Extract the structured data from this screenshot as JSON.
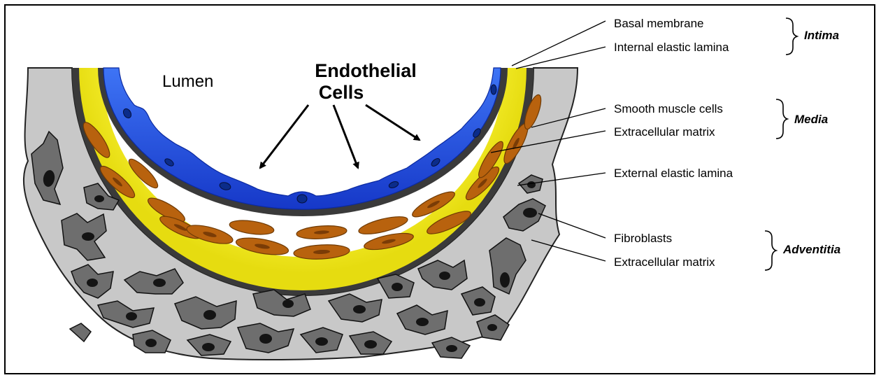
{
  "diagram": {
    "lumen_label": "Lumen",
    "endothelial_label_line1": "Endothelial",
    "endothelial_label_line2": "Cells",
    "labels": {
      "basal_membrane": "Basal membrane",
      "internal_elastic_lamina": "Internal elastic lamina",
      "smooth_muscle_cells": "Smooth muscle cells",
      "media_extracellular_matrix": "Extracellular matrix",
      "external_elastic_lamina": "External elastic lamina",
      "fibroblasts": "Fibroblasts",
      "adventitia_extracellular_matrix": "Extracellular matrix"
    },
    "groups": {
      "intima": "Intima",
      "media": "Media",
      "adventitia": "Adventitia"
    },
    "colors": {
      "adventitia_fill": "#c8c8c8",
      "fibroblast_fill": "#6e6e6e",
      "fibroblast_nucleus": "#141414",
      "media_fill": "#f2ea28",
      "smooth_muscle_fill": "#b8620e",
      "lamina_fill": "#3a3a3a",
      "endothelium_fill": "#1f4fe0",
      "endothelial_nucleus": "#0b2c8a"
    }
  }
}
